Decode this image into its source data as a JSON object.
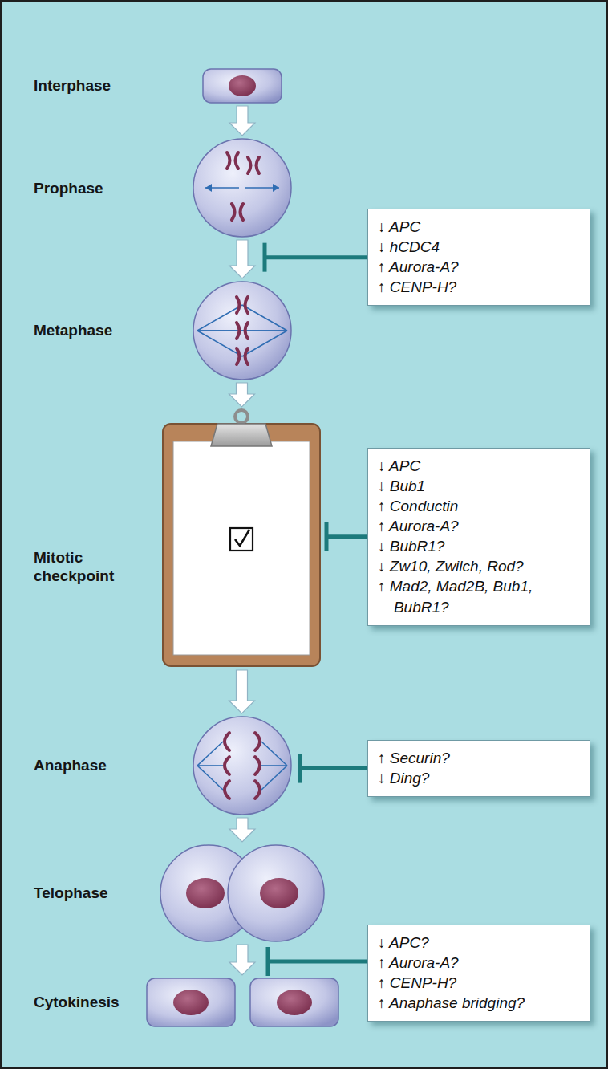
{
  "diagram": {
    "nodes": [
      {
        "text": [
          "Interphase"
        ]
      },
      {
        "text": [
          "Prophase"
        ]
      },
      {
        "text": [
          "↓ APC",
          "↓ hCDC4",
          "↑ Aurora-A?",
          "↑ CENP-H?"
        ]
      },
      {
        "text": [
          "Metaphase"
        ]
      },
      {
        "text": [
          "Mitotic checkpoint"
        ]
      },
      {
        "text": [
          "↓ APC",
          "↓ Bub1",
          "↑ Conductin",
          "↑ Aurora-A?",
          "↓ BubR1?",
          "↓ Zw10, Zwilch, Rod?",
          "↑ Mad2, Mad2B, Bub1, BubR1?"
        ]
      },
      {
        "text": [
          "Anaphase"
        ]
      },
      {
        "text": [
          "↑ Securin?",
          "↓ Ding?"
        ]
      },
      {
        "text": [
          "Telophase"
        ]
      },
      {
        "text": [
          "↓ APC?",
          "↑ Aurora-A?",
          "↑ CENP-H?",
          "↑ Anaphase bridging?"
        ]
      },
      {
        "text": [
          "Cytokinesis"
        ]
      }
    ],
    "edges": [
      {
        "from": 0,
        "to": 1,
        "arrow": "to"
      },
      {
        "from": 1,
        "to": 3,
        "arrow": "to"
      },
      {
        "from": 3,
        "to": 4,
        "arrow": "to"
      },
      {
        "from": 4,
        "to": 6,
        "arrow": "to"
      },
      {
        "from": 6,
        "to": 8,
        "arrow": "to"
      },
      {
        "from": 8,
        "to": 10,
        "arrow": "to"
      }
    ]
  }
}
